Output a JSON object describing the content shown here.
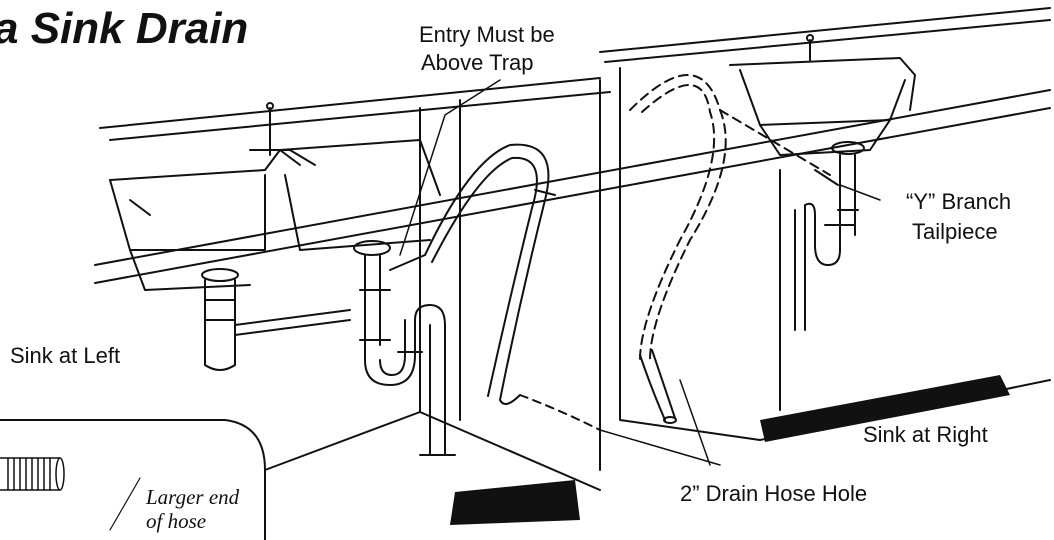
{
  "title": "a Sink Drain",
  "labels": {
    "entry_line1": "Entry Must be",
    "entry_line2": "Above Trap",
    "y_branch_line1": "“Y” Branch",
    "y_branch_line2": "Tailpiece",
    "sink_left": "Sink at Left",
    "sink_right": "Sink at Right",
    "drain_hole": "2” Drain Hose Hole",
    "larger_end_line1": "Larger end",
    "larger_end_line2": "of hose"
  }
}
